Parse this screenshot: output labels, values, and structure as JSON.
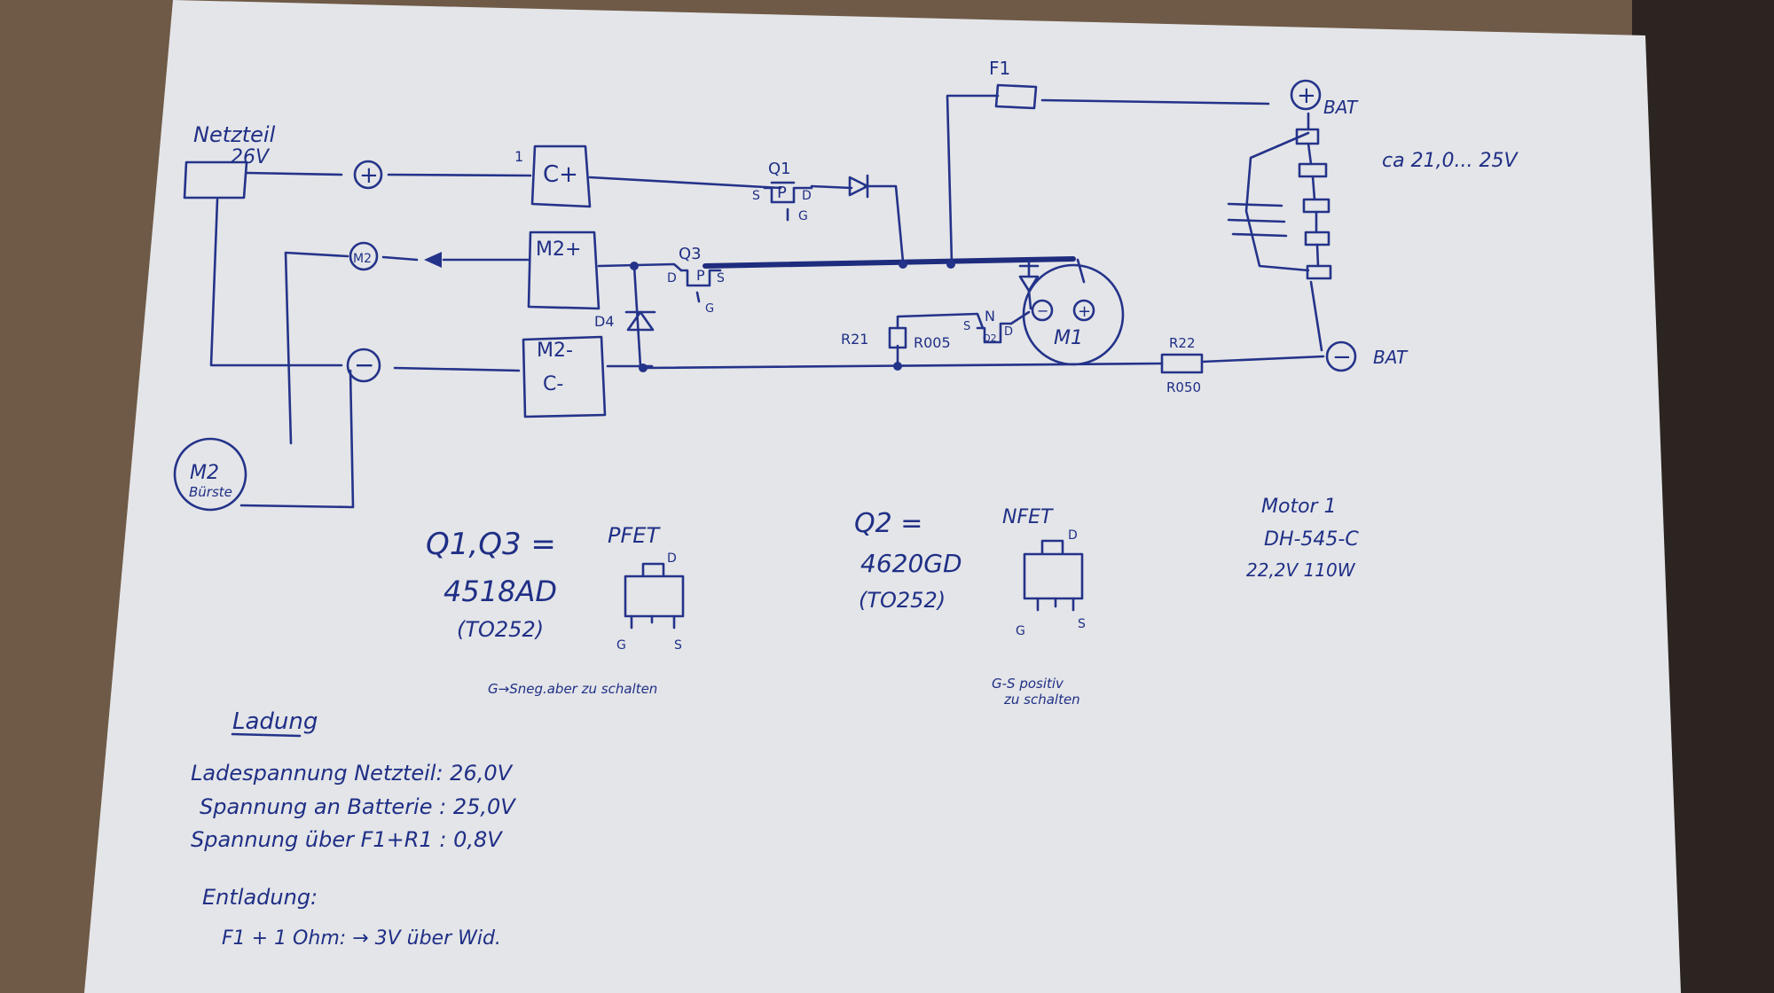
{
  "labels": {
    "netzteil": "Netzteil",
    "netzteil_v": "26V",
    "plus": "+",
    "minus": "−",
    "m2_node": "M2",
    "c_plus": "C+",
    "m2_plus": "M2+",
    "m2_minus": "M2-",
    "c_minus": "C-",
    "f1": "F1",
    "bat_plus": "BAT",
    "bat_minus": "BAT",
    "bat_range": "ca 21,0... 25V",
    "q1": "Q1",
    "q3": "Q3",
    "q2": "Q2",
    "d4": "D4",
    "r21": "R21",
    "r21_val": "R005",
    "r22": "R22",
    "r22_val": "R050",
    "m1": "M1",
    "m2_buerste_1": "M2",
    "m2_buerste_2": "Bürste",
    "pin_s": "S",
    "pin_p": "P",
    "pin_d": "D",
    "pin_g": "G",
    "pin_n": "N",
    "pin_1": "1"
  },
  "notes": {
    "q13_label": "Q1,Q3 =",
    "q13_part": "4518AD",
    "q13_pkg": "(TO252)",
    "pfet": "PFET",
    "pfet_note": "G→Sneg.aber zu schalten",
    "q2_label": "Q2 =",
    "q2_part": "4620GD",
    "q2_pkg": "(TO252)",
    "nfet": "NFET",
    "nfet_note_1": "G-S positiv",
    "nfet_note_2": "zu schalten",
    "motor_title": "Motor 1",
    "motor_model": "DH-545-C",
    "motor_spec": "22,2V 110W",
    "pkg_d": "D",
    "pkg_g": "G",
    "pkg_s": "S"
  },
  "measurements": {
    "heading": "Ladung",
    "lines": [
      "Ladespannung Netzteil: 26,0V",
      "Spannung an Batterie : 25,0V",
      "Spannung über F1+R1  : 0,8V"
    ],
    "discharge_heading": "Entladung:",
    "discharge_line": "F1 + 1 Ohm: → 3V über Wid."
  },
  "colors": {
    "ink": "#24338a",
    "paper": "#e5e6e8",
    "table": "#5a4a3a"
  }
}
